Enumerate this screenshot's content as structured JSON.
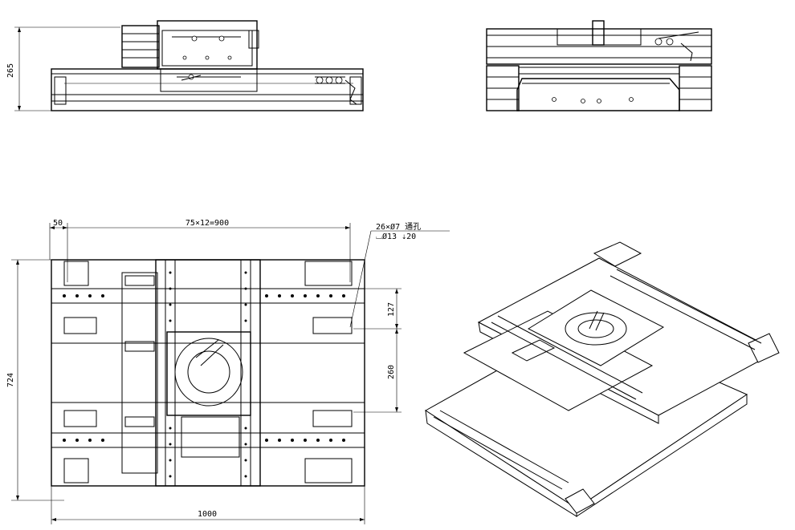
{
  "dimensions": {
    "front_height": "265",
    "pitch_left": "50",
    "pitch_span": "75×12=900",
    "hole_spec_line1": "26×Ø7 通孔",
    "hole_spec_line2": "⌴Ø13 ⇣20",
    "offset_127": "127",
    "offset_260": "260",
    "overall_height": "724",
    "overall_width": "1000"
  }
}
